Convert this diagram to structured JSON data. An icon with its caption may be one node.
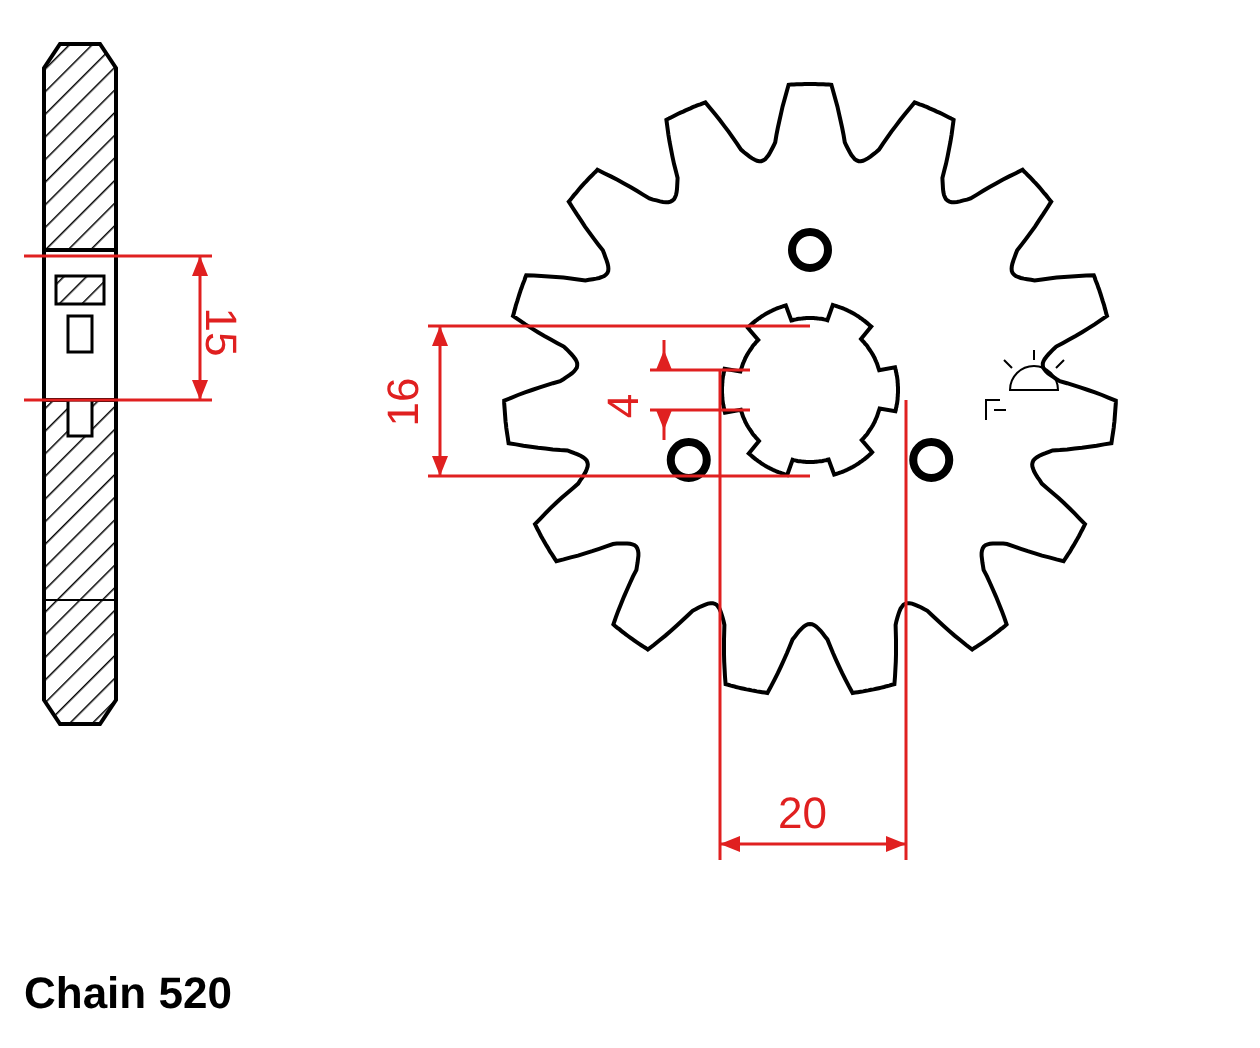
{
  "diagram": {
    "labels": [
      "15",
      "16",
      "4",
      "20",
      "Chain 520"
    ]
  }
}
